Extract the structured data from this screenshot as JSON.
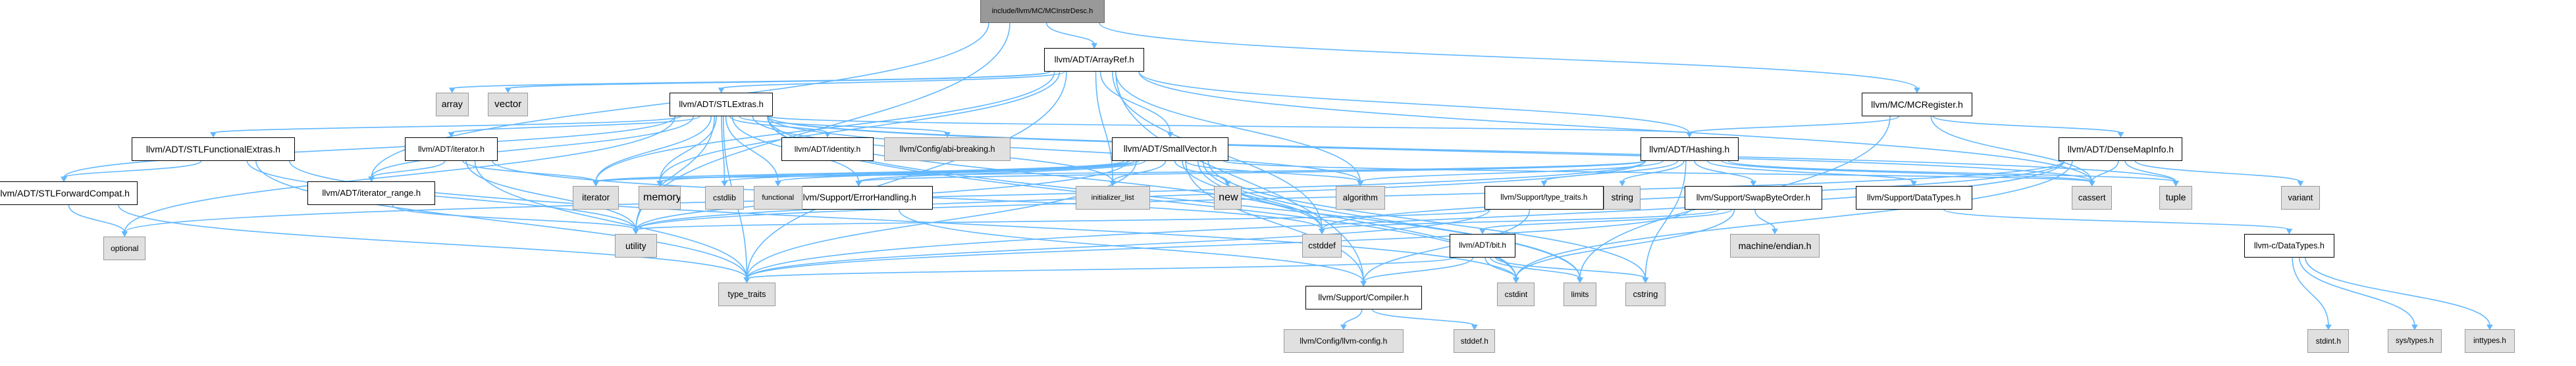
{
  "graph": {
    "root": "include/llvm/MC/MCInstrDesc.h",
    "colors": {
      "edge": "#63b8ff",
      "focus_fill": "#999999",
      "leaf_fill": "#e0e0e0",
      "node_border": "#000000"
    },
    "nodes": [
      {
        "id": "root",
        "label": "include/llvm/MC/MCInstrDesc.h",
        "kind": "focus"
      },
      {
        "id": "arrayref",
        "label": "llvm/ADT/ArrayRef.h",
        "kind": "header"
      },
      {
        "id": "mcregister",
        "label": "llvm/MC/MCRegister.h",
        "kind": "header"
      },
      {
        "id": "array",
        "label": "array",
        "kind": "system"
      },
      {
        "id": "vector",
        "label": "vector",
        "kind": "system"
      },
      {
        "id": "stlextras",
        "label": "llvm/ADT/STLExtras.h",
        "kind": "header"
      },
      {
        "id": "stlfunctionalextras",
        "label": "llvm/ADT/STLFunctionalExtras.h",
        "kind": "header"
      },
      {
        "id": "stlforwardcompat",
        "label": "llvm/ADT/STLForwardCompat.h",
        "kind": "header"
      },
      {
        "id": "optional",
        "label": "optional",
        "kind": "system"
      },
      {
        "id": "iterator_h",
        "label": "llvm/ADT/iterator.h",
        "kind": "header"
      },
      {
        "id": "iterator_range",
        "label": "llvm/ADT/iterator_range.h",
        "kind": "header"
      },
      {
        "id": "identity",
        "label": "llvm/ADT/identity.h",
        "kind": "header"
      },
      {
        "id": "abibreaking",
        "label": "llvm/Config/abi-breaking.h",
        "kind": "system"
      },
      {
        "id": "smallvector",
        "label": "llvm/ADT/SmallVector.h",
        "kind": "header"
      },
      {
        "id": "errorhandling",
        "label": "llvm/Support/ErrorHandling.h",
        "kind": "header"
      },
      {
        "id": "hashing",
        "label": "llvm/ADT/Hashing.h",
        "kind": "header"
      },
      {
        "id": "densemapinfo",
        "label": "llvm/ADT/DenseMapInfo.h",
        "kind": "header"
      },
      {
        "id": "iterator",
        "label": "iterator",
        "kind": "system"
      },
      {
        "id": "memory",
        "label": "memory",
        "kind": "system"
      },
      {
        "id": "cstdlib",
        "label": "cstdlib",
        "kind": "system"
      },
      {
        "id": "functional",
        "label": "functional",
        "kind": "system"
      },
      {
        "id": "initializer_list",
        "label": "initializer_list",
        "kind": "system"
      },
      {
        "id": "new",
        "label": "new",
        "kind": "system"
      },
      {
        "id": "algorithm",
        "label": "algorithm",
        "kind": "system"
      },
      {
        "id": "string",
        "label": "string",
        "kind": "system"
      },
      {
        "id": "typetraits_h",
        "label": "llvm/Support/type_traits.h",
        "kind": "header"
      },
      {
        "id": "swapbyteorder",
        "label": "llvm/Support/SwapByteOrder.h",
        "kind": "header"
      },
      {
        "id": "datatypes",
        "label": "llvm/Support/DataTypes.h",
        "kind": "header"
      },
      {
        "id": "cassert",
        "label": "cassert",
        "kind": "system"
      },
      {
        "id": "tuple",
        "label": "tuple",
        "kind": "system"
      },
      {
        "id": "variant",
        "label": "variant",
        "kind": "system"
      },
      {
        "id": "utility",
        "label": "utility",
        "kind": "system"
      },
      {
        "id": "cstddef",
        "label": "cstddef",
        "kind": "system"
      },
      {
        "id": "machineendian",
        "label": "machine/endian.h",
        "kind": "system"
      },
      {
        "id": "bit",
        "label": "llvm/ADT/bit.h",
        "kind": "header"
      },
      {
        "id": "cdatatypes",
        "label": "llvm-c/DataTypes.h",
        "kind": "header"
      },
      {
        "id": "type_traits",
        "label": "type_traits",
        "kind": "system"
      },
      {
        "id": "compiler",
        "label": "llvm/Support/Compiler.h",
        "kind": "header"
      },
      {
        "id": "cstdint",
        "label": "cstdint",
        "kind": "system"
      },
      {
        "id": "limits",
        "label": "limits",
        "kind": "system"
      },
      {
        "id": "cstring",
        "label": "cstring",
        "kind": "system"
      },
      {
        "id": "stdint",
        "label": "stdint.h",
        "kind": "system"
      },
      {
        "id": "systypes",
        "label": "sys/types.h",
        "kind": "system"
      },
      {
        "id": "inttypes",
        "label": "inttypes.h",
        "kind": "system"
      },
      {
        "id": "llvmconfig",
        "label": "llvm/Config/llvm-config.h",
        "kind": "system"
      },
      {
        "id": "stddef",
        "label": "stddef.h",
        "kind": "system"
      }
    ],
    "edges": [
      [
        "root",
        "arrayref"
      ],
      [
        "root",
        "mcregister"
      ],
      [
        "root",
        "iterator_range"
      ],
      [
        "root",
        "utility"
      ],
      [
        "arrayref",
        "array"
      ],
      [
        "arrayref",
        "vector"
      ],
      [
        "arrayref",
        "stlextras"
      ],
      [
        "arrayref",
        "smallvector"
      ],
      [
        "arrayref",
        "hashing"
      ],
      [
        "arrayref",
        "iterator"
      ],
      [
        "arrayref",
        "memory"
      ],
      [
        "arrayref",
        "initializer_list"
      ],
      [
        "arrayref",
        "algorithm"
      ],
      [
        "arrayref",
        "cassert"
      ],
      [
        "arrayref",
        "cstddef"
      ],
      [
        "arrayref",
        "type_traits"
      ],
      [
        "arrayref",
        "compiler"
      ],
      [
        "mcregister",
        "hashing"
      ],
      [
        "mcregister",
        "densemapinfo"
      ],
      [
        "mcregister",
        "cassert"
      ],
      [
        "mcregister",
        "limits"
      ],
      [
        "stlextras",
        "stlfunctionalextras"
      ],
      [
        "stlextras",
        "stlforwardcompat"
      ],
      [
        "stlextras",
        "optional"
      ],
      [
        "stlextras",
        "iterator_h"
      ],
      [
        "stlextras",
        "iterator_range"
      ],
      [
        "stlextras",
        "identity"
      ],
      [
        "stlextras",
        "abibreaking"
      ],
      [
        "stlextras",
        "errorhandling"
      ],
      [
        "stlextras",
        "hashing"
      ],
      [
        "stlextras",
        "iterator"
      ],
      [
        "stlextras",
        "memory"
      ],
      [
        "stlextras",
        "cstdlib"
      ],
      [
        "stlextras",
        "functional"
      ],
      [
        "stlextras",
        "initializer_list"
      ],
      [
        "stlextras",
        "algorithm"
      ],
      [
        "stlextras",
        "cassert"
      ],
      [
        "stlextras",
        "tuple"
      ],
      [
        "stlextras",
        "utility"
      ],
      [
        "stlextras",
        "cstddef"
      ],
      [
        "stlextras",
        "type_traits"
      ],
      [
        "stlextras",
        "cstdint"
      ],
      [
        "stlextras",
        "limits"
      ],
      [
        "stlfunctionalextras",
        "stlforwardcompat"
      ],
      [
        "stlfunctionalextras",
        "utility"
      ],
      [
        "stlfunctionalextras",
        "cstdint"
      ],
      [
        "stlfunctionalextras",
        "type_traits"
      ],
      [
        "stlforwardcompat",
        "optional"
      ],
      [
        "stlforwardcompat",
        "type_traits"
      ],
      [
        "iterator_h",
        "iterator_range"
      ],
      [
        "iterator_h",
        "iterator"
      ],
      [
        "iterator_h",
        "cstddef"
      ],
      [
        "iterator_h",
        "type_traits"
      ],
      [
        "iterator_h",
        "utility"
      ],
      [
        "iterator_range",
        "utility"
      ],
      [
        "smallvector",
        "compiler"
      ],
      [
        "smallvector",
        "type_traits"
      ],
      [
        "smallvector",
        "algorithm"
      ],
      [
        "smallvector",
        "cassert"
      ],
      [
        "smallvector",
        "cstddef"
      ],
      [
        "smallvector",
        "cstdlib"
      ],
      [
        "smallvector",
        "cstring"
      ],
      [
        "smallvector",
        "functional"
      ],
      [
        "smallvector",
        "initializer_list"
      ],
      [
        "smallvector",
        "iterator"
      ],
      [
        "smallvector",
        "limits"
      ],
      [
        "smallvector",
        "memory"
      ],
      [
        "smallvector",
        "new"
      ],
      [
        "smallvector",
        "utility"
      ],
      [
        "smallvector",
        "errorhandling"
      ],
      [
        "smallvector",
        "cstdint"
      ],
      [
        "errorhandling",
        "compiler"
      ],
      [
        "hashing",
        "errorhandling"
      ],
      [
        "hashing",
        "typetraits_h"
      ],
      [
        "hashing",
        "swapbyteorder"
      ],
      [
        "hashing",
        "datatypes"
      ],
      [
        "hashing",
        "string"
      ],
      [
        "hashing",
        "algorithm"
      ],
      [
        "hashing",
        "cassert"
      ],
      [
        "hashing",
        "cstring"
      ],
      [
        "hashing",
        "tuple"
      ],
      [
        "hashing",
        "utility"
      ],
      [
        "hashing",
        "iterator"
      ],
      [
        "hashing",
        "optional"
      ],
      [
        "densemapinfo",
        "cassert"
      ],
      [
        "densemapinfo",
        "cstddef"
      ],
      [
        "densemapinfo",
        "cstdint"
      ],
      [
        "densemapinfo",
        "tuple"
      ],
      [
        "densemapinfo",
        "type_traits"
      ],
      [
        "densemapinfo",
        "utility"
      ],
      [
        "densemapinfo",
        "variant"
      ],
      [
        "typetraits_h",
        "compiler"
      ],
      [
        "typetraits_h",
        "type_traits"
      ],
      [
        "typetraits_h",
        "utility"
      ],
      [
        "swapbyteorder",
        "bit"
      ],
      [
        "swapbyteorder",
        "cstddef"
      ],
      [
        "swapbyteorder",
        "cstdint"
      ],
      [
        "swapbyteorder",
        "type_traits"
      ],
      [
        "swapbyteorder",
        "machineendian"
      ],
      [
        "datatypes",
        "cdatatypes"
      ],
      [
        "cdatatypes",
        "inttypes"
      ],
      [
        "cdatatypes",
        "stdint"
      ],
      [
        "cdatatypes",
        "systypes"
      ],
      [
        "bit",
        "compiler"
      ],
      [
        "bit",
        "cstring"
      ],
      [
        "bit",
        "cstdint"
      ],
      [
        "bit",
        "limits"
      ],
      [
        "bit",
        "type_traits"
      ],
      [
        "compiler",
        "llvmconfig"
      ],
      [
        "compiler",
        "stddef"
      ]
    ]
  }
}
